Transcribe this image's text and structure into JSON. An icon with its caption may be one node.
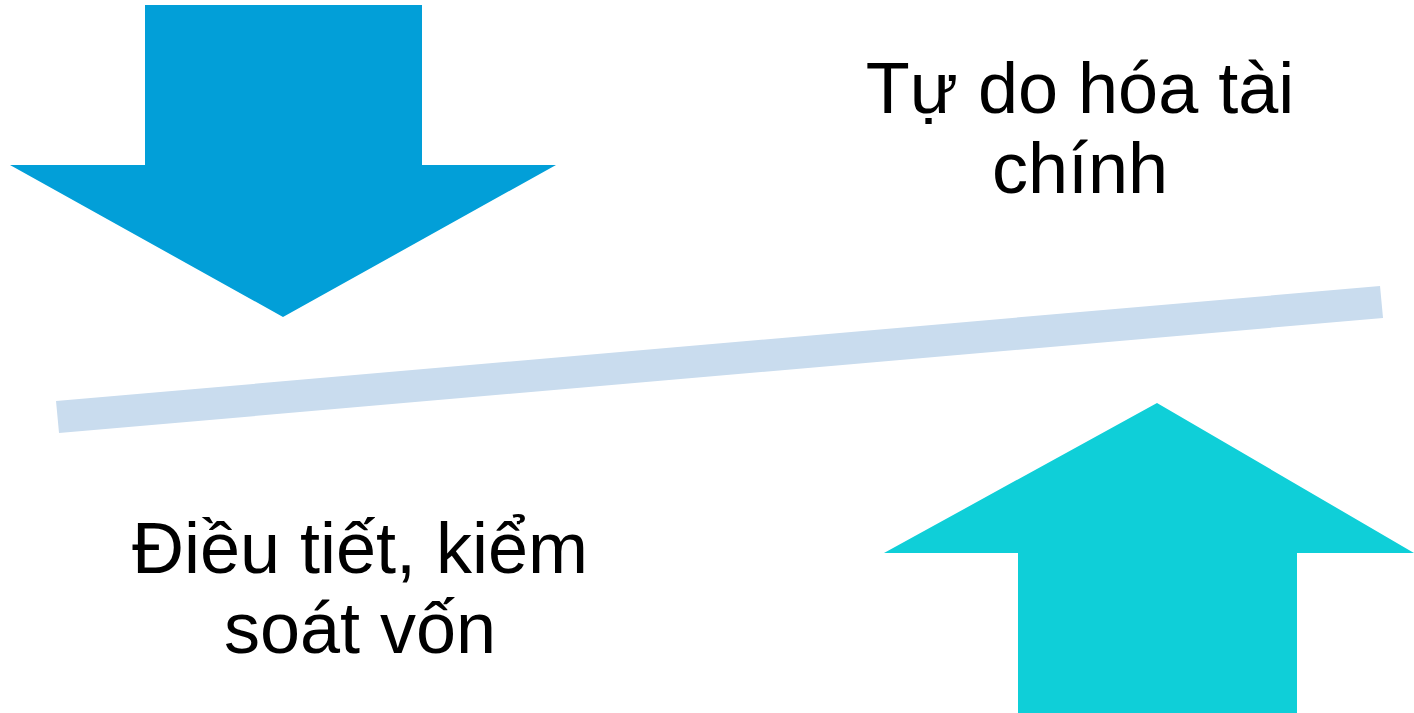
{
  "diagram": {
    "nodes": [
      {
        "text": [],
        "shape": "bar"
      }
    ],
    "labels": [
      "Tự do hóa tài chính",
      "Điều tiết, kiểm soát vốn"
    ]
  }
}
